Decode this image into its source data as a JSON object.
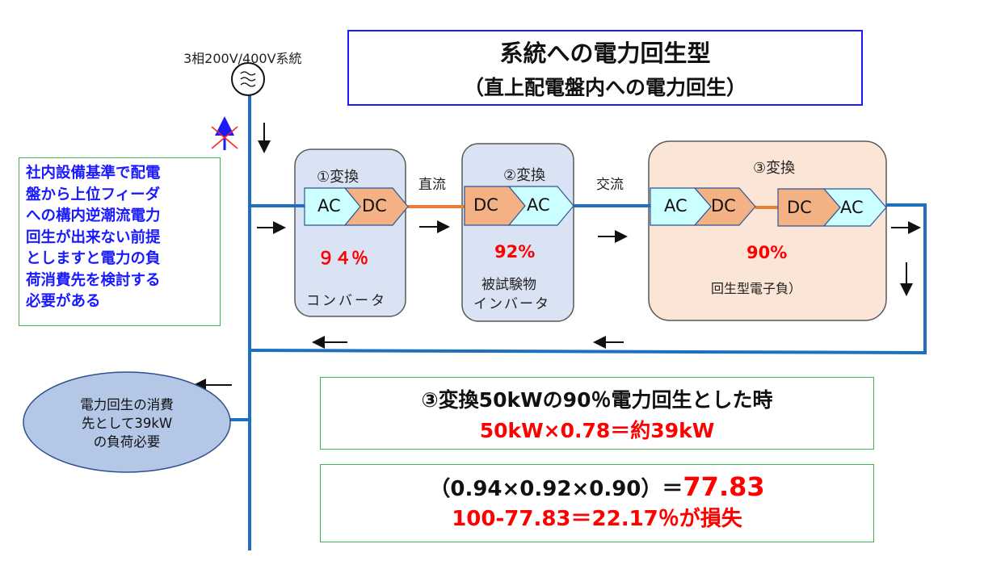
{
  "title": {
    "main": "系統への電力回生型",
    "sub": "（直上配電盤内への電力回生）"
  },
  "grid_label": "3相200V/400V系統",
  "icons": {
    "generator": "ac-source-icon",
    "blocked_reverse": "crossed-up-arrow-icon"
  },
  "note": "社内設備基準で配電\n盤から上位フィーダ\nへの構内逆潮流電力\n回生が出来ない前提\nとしますと電力の負\n荷消費先を検討する\n必要がある",
  "link_labels": {
    "dc": "直流",
    "ac": "交流"
  },
  "stages": [
    {
      "label": "①変換",
      "blocks": [
        "AC",
        "DC"
      ],
      "efficiency": "９４％",
      "name": "コンバータ"
    },
    {
      "label": "②変換",
      "blocks": [
        "DC",
        "AC"
      ],
      "efficiency": "92%",
      "name_line1": "被試験物",
      "name_line2": "インバータ"
    },
    {
      "label": "③変換",
      "blocks": [
        "AC",
        "DC",
        "DC",
        "AC"
      ],
      "efficiency": "90%",
      "name": "回生型電子負）"
    }
  ],
  "consumer": {
    "line1": "電力回生の消費",
    "line2": "先として39kW",
    "line3": "の負荷必要"
  },
  "calc1": {
    "line1": "③変換50kWの90％電力回生とした時",
    "line2": "50kW×0.78＝約39kW"
  },
  "calc2": {
    "line1_prefix": "（0.94×0.92×0.90）＝",
    "line1_value": "77.83",
    "line2": "100-77.83＝22.17％が損失"
  },
  "colors": {
    "bus": "#1f6fc0",
    "dc_link": "#ed7d31",
    "ac_block": "#ccffff",
    "dc_block": "#f4b183",
    "stage_bg": "#dae3f3",
    "stage3_bg": "#fbe5d6",
    "accent_red": "#ff0000",
    "note_blue": "#1a1aff",
    "frame_green": "#3cb44b"
  }
}
